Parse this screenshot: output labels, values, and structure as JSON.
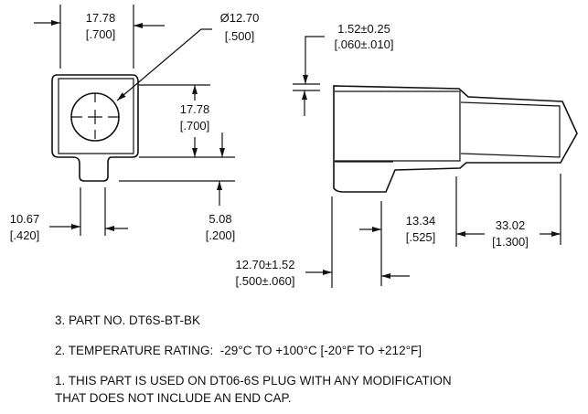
{
  "front_view": {
    "width_mm": "17.78",
    "width_in": "[.700]",
    "hole_mm": "Ø12.70",
    "hole_in": "[.500]",
    "height_mm": "17.78",
    "height_in": "[.700]",
    "tab_width_mm": "10.67",
    "tab_width_in": "[.420]",
    "tab_height_mm": "5.08",
    "tab_height_in": "[.200]"
  },
  "side_view": {
    "wall_mm": "1.52±0.25",
    "wall_in": "[.060±.010]",
    "tab_len_mm": "13.34",
    "tab_len_in": "[.525]",
    "nose_len_mm": "33.02",
    "nose_len_in": "[1.300]",
    "tab_offset_mm": "12.70±1.52",
    "tab_offset_in": "[.500±.060]"
  },
  "notes": {
    "part_no": "3. PART NO. DT6S-BT-BK",
    "temperature": "2. TEMPERATURE RATING:  -29°C TO +100°C [-20°F TO +212°F]",
    "usage_line1": "1. THIS PART IS USED ON DT06-6S PLUG WITH ANY MODIFICATION",
    "usage_line2": "THAT DOES NOT INCLUDE AN END CAP."
  }
}
